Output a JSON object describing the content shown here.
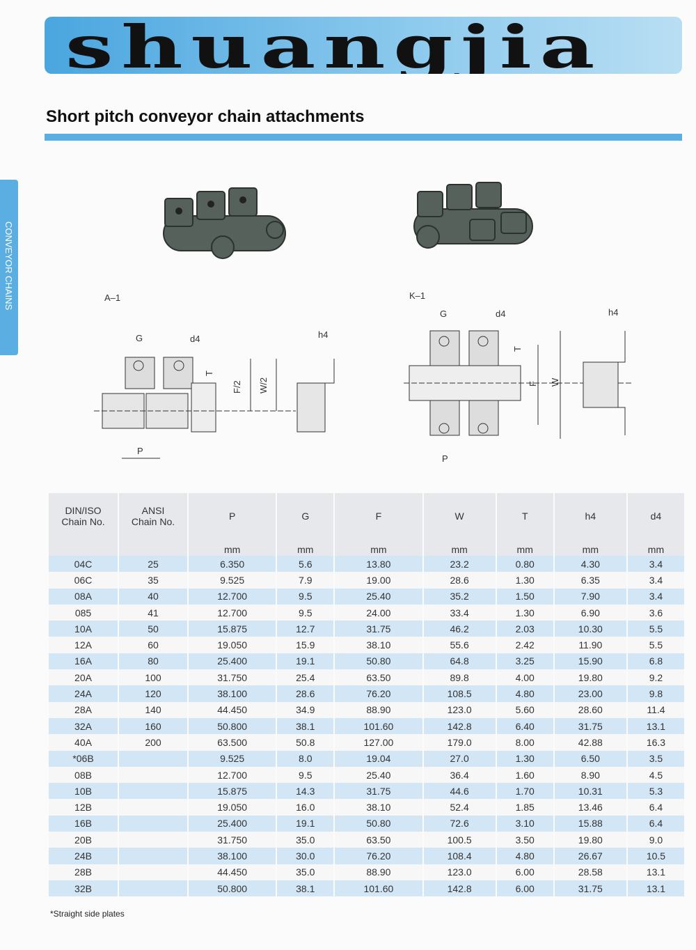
{
  "brand": "shuangjia",
  "title": "Short pitch conveyor chain attachments",
  "side_tab": "CONVEYOR CHAINS",
  "diagrams": {
    "a1": {
      "label": "A–1",
      "G": "G",
      "d4": "d4",
      "T": "T",
      "F2": "F/2",
      "W2": "W/2",
      "P": "P",
      "h4": "h4"
    },
    "k1": {
      "label": "K–1",
      "G": "G",
      "d4": "d4",
      "T": "T",
      "F": "F",
      "W": "W",
      "P": "P",
      "h4": "h4"
    }
  },
  "table": {
    "headers": [
      "DIN/ISO\nChain No.",
      "ANSI\nChain No.",
      "P",
      "G",
      "F",
      "W",
      "T",
      "h4",
      "d4"
    ],
    "units": [
      "",
      "",
      "mm",
      "mm",
      "mm",
      "mm",
      "mm",
      "mm",
      "mm"
    ],
    "rows": [
      [
        "04C",
        "25",
        "6.350",
        "5.6",
        "13.80",
        "23.2",
        "0.80",
        "4.30",
        "3.4"
      ],
      [
        "06C",
        "35",
        "9.525",
        "7.9",
        "19.00",
        "28.6",
        "1.30",
        "6.35",
        "3.4"
      ],
      [
        "08A",
        "40",
        "12.700",
        "9.5",
        "25.40",
        "35.2",
        "1.50",
        "7.90",
        "3.4"
      ],
      [
        "085",
        "41",
        "12.700",
        "9.5",
        "24.00",
        "33.4",
        "1.30",
        "6.90",
        "3.6"
      ],
      [
        "10A",
        "50",
        "15.875",
        "12.7",
        "31.75",
        "46.2",
        "2.03",
        "10.30",
        "5.5"
      ],
      [
        "12A",
        "60",
        "19.050",
        "15.9",
        "38.10",
        "55.6",
        "2.42",
        "11.90",
        "5.5"
      ],
      [
        "16A",
        "80",
        "25.400",
        "19.1",
        "50.80",
        "64.8",
        "3.25",
        "15.90",
        "6.8"
      ],
      [
        "20A",
        "100",
        "31.750",
        "25.4",
        "63.50",
        "89.8",
        "4.00",
        "19.80",
        "9.2"
      ],
      [
        "24A",
        "120",
        "38.100",
        "28.6",
        "76.20",
        "108.5",
        "4.80",
        "23.00",
        "9.8"
      ],
      [
        "28A",
        "140",
        "44.450",
        "34.9",
        "88.90",
        "123.0",
        "5.60",
        "28.60",
        "11.4"
      ],
      [
        "32A",
        "160",
        "50.800",
        "38.1",
        "101.60",
        "142.8",
        "6.40",
        "31.75",
        "13.1"
      ],
      [
        "40A",
        "200",
        "63.500",
        "50.8",
        "127.00",
        "179.0",
        "8.00",
        "42.88",
        "16.3"
      ],
      [
        "*06B",
        "",
        "9.525",
        "8.0",
        "19.04",
        "27.0",
        "1.30",
        "6.50",
        "3.5"
      ],
      [
        "08B",
        "",
        "12.700",
        "9.5",
        "25.40",
        "36.4",
        "1.60",
        "8.90",
        "4.5"
      ],
      [
        "10B",
        "",
        "15.875",
        "14.3",
        "31.75",
        "44.6",
        "1.70",
        "10.31",
        "5.3"
      ],
      [
        "12B",
        "",
        "19.050",
        "16.0",
        "38.10",
        "52.4",
        "1.85",
        "13.46",
        "6.4"
      ],
      [
        "16B",
        "",
        "25.400",
        "19.1",
        "50.80",
        "72.6",
        "3.10",
        "15.88",
        "6.4"
      ],
      [
        "20B",
        "",
        "31.750",
        "35.0",
        "63.50",
        "100.5",
        "3.50",
        "19.80",
        "9.0"
      ],
      [
        "24B",
        "",
        "38.100",
        "30.0",
        "76.20",
        "108.4",
        "4.80",
        "26.67",
        "10.5"
      ],
      [
        "28B",
        "",
        "44.450",
        "35.0",
        "88.90",
        "123.0",
        "6.00",
        "28.58",
        "13.1"
      ],
      [
        "32B",
        "",
        "50.800",
        "38.1",
        "101.60",
        "142.8",
        "6.00",
        "31.75",
        "13.1"
      ]
    ]
  },
  "footnote": "*Straight side plates"
}
